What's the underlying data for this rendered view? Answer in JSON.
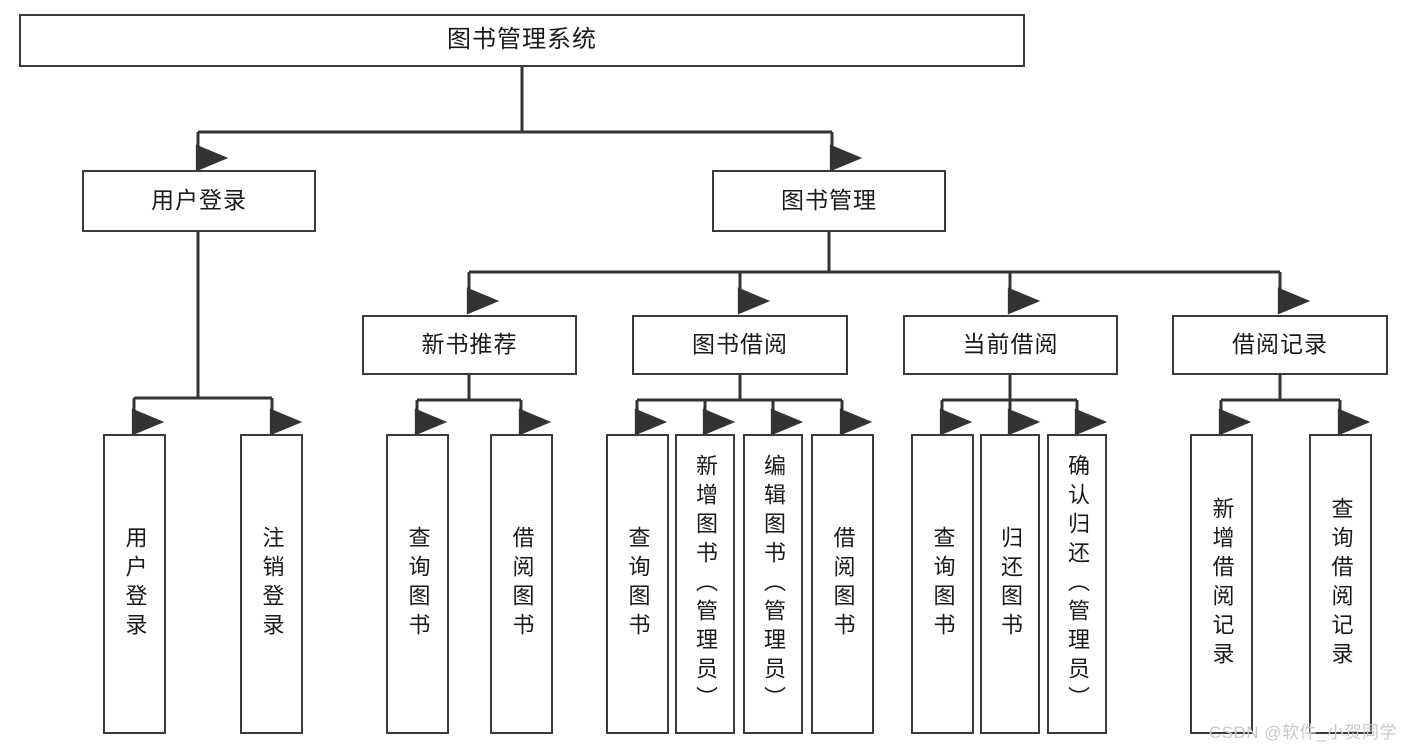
{
  "diagram": {
    "title": "图书管理系统",
    "type": "tree-hierarchy-chart",
    "watermark": "CSDN @软件_小贺同学",
    "colors": {
      "box_border": "#3a3a3a",
      "box_fill": "#ffffff",
      "edge": "#333333",
      "text": "#1a1a1a",
      "watermark": "#c9c9c9",
      "background": "#ffffff"
    },
    "levels": [
      {
        "level": 1,
        "nodes": [
          {
            "id": "root",
            "label": "图书管理系统",
            "orientation": "horizontal"
          }
        ]
      },
      {
        "level": 2,
        "nodes": [
          {
            "id": "user-login",
            "label": "用户登录",
            "orientation": "horizontal",
            "parent": "root"
          },
          {
            "id": "book-manage",
            "label": "图书管理",
            "orientation": "horizontal",
            "parent": "root"
          }
        ]
      },
      {
        "level": 3,
        "nodes": [
          {
            "id": "new-book-rec",
            "label": "新书推荐",
            "orientation": "horizontal",
            "parent": "book-manage"
          },
          {
            "id": "book-borrow",
            "label": "图书借阅",
            "orientation": "horizontal",
            "parent": "book-manage"
          },
          {
            "id": "current-borrow",
            "label": "当前借阅",
            "orientation": "horizontal",
            "parent": "book-manage"
          },
          {
            "id": "borrow-record",
            "label": "借阅记录",
            "orientation": "horizontal",
            "parent": "book-manage"
          }
        ]
      },
      {
        "level": 4,
        "nodes": [
          {
            "id": "leaf-user-login",
            "label": "用户登录",
            "orientation": "vertical",
            "parent": "user-login"
          },
          {
            "id": "leaf-logout",
            "label": "注销登录",
            "orientation": "vertical",
            "parent": "user-login"
          },
          {
            "id": "leaf-query-book-1",
            "label": "查询图书",
            "orientation": "vertical",
            "parent": "new-book-rec"
          },
          {
            "id": "leaf-borrow-book-1",
            "label": "借阅图书",
            "orientation": "vertical",
            "parent": "new-book-rec"
          },
          {
            "id": "leaf-query-book-2",
            "label": "查询图书",
            "orientation": "vertical",
            "parent": "book-borrow"
          },
          {
            "id": "leaf-add-book",
            "label": "新增图书（管理员）",
            "orientation": "vertical",
            "parent": "book-borrow"
          },
          {
            "id": "leaf-edit-book",
            "label": "编辑图书（管理员）",
            "orientation": "vertical",
            "parent": "book-borrow"
          },
          {
            "id": "leaf-borrow-book-2",
            "label": "借阅图书",
            "orientation": "vertical",
            "parent": "book-borrow"
          },
          {
            "id": "leaf-query-book-3",
            "label": "查询图书",
            "orientation": "vertical",
            "parent": "current-borrow"
          },
          {
            "id": "leaf-return-book",
            "label": "归还图书",
            "orientation": "vertical",
            "parent": "current-borrow"
          },
          {
            "id": "leaf-confirm-return",
            "label": "确认归还（管理员）",
            "orientation": "vertical",
            "parent": "current-borrow"
          },
          {
            "id": "leaf-add-record",
            "label": "新增借阅记录",
            "orientation": "vertical",
            "parent": "borrow-record"
          },
          {
            "id": "leaf-query-record",
            "label": "查询借阅记录",
            "orientation": "vertical",
            "parent": "borrow-record"
          }
        ]
      }
    ]
  }
}
